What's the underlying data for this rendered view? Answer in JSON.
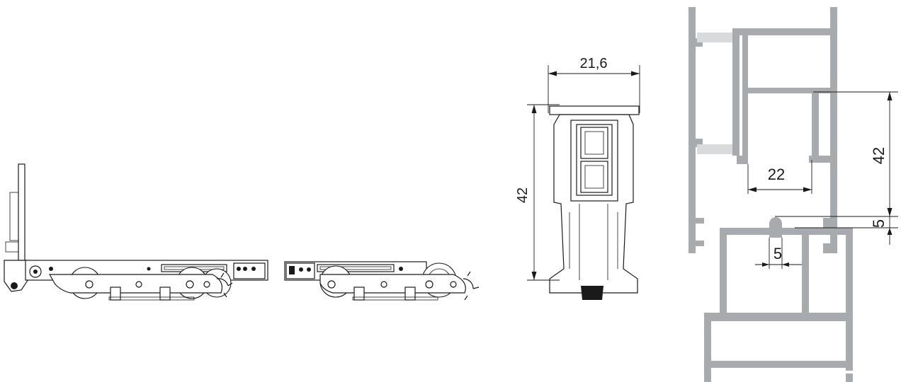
{
  "front_view": {
    "width_label": "21,6",
    "height_label": "42"
  },
  "section_view": {
    "gap_label": "22",
    "height_label": "42",
    "offset_label": "5",
    "pin_label": "5"
  },
  "colors": {
    "line": "#1a1a1a",
    "profile": "#a7abae",
    "seal": "#d9dadb"
  }
}
